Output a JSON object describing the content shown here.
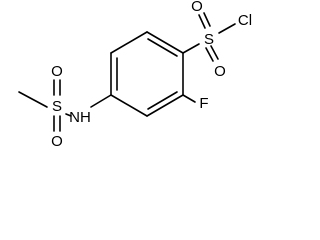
{
  "structure": {
    "atoms": {
      "s_right": "S",
      "cl": "Cl",
      "o_r_top": "O",
      "o_r_bottom": "O",
      "f": "F",
      "nh": "NH",
      "s_left": "S",
      "o_l_top": "O",
      "o_l_bottom": "O"
    },
    "colors": {
      "bond": "#000000",
      "text": "#000000",
      "background": "#ffffff"
    }
  }
}
